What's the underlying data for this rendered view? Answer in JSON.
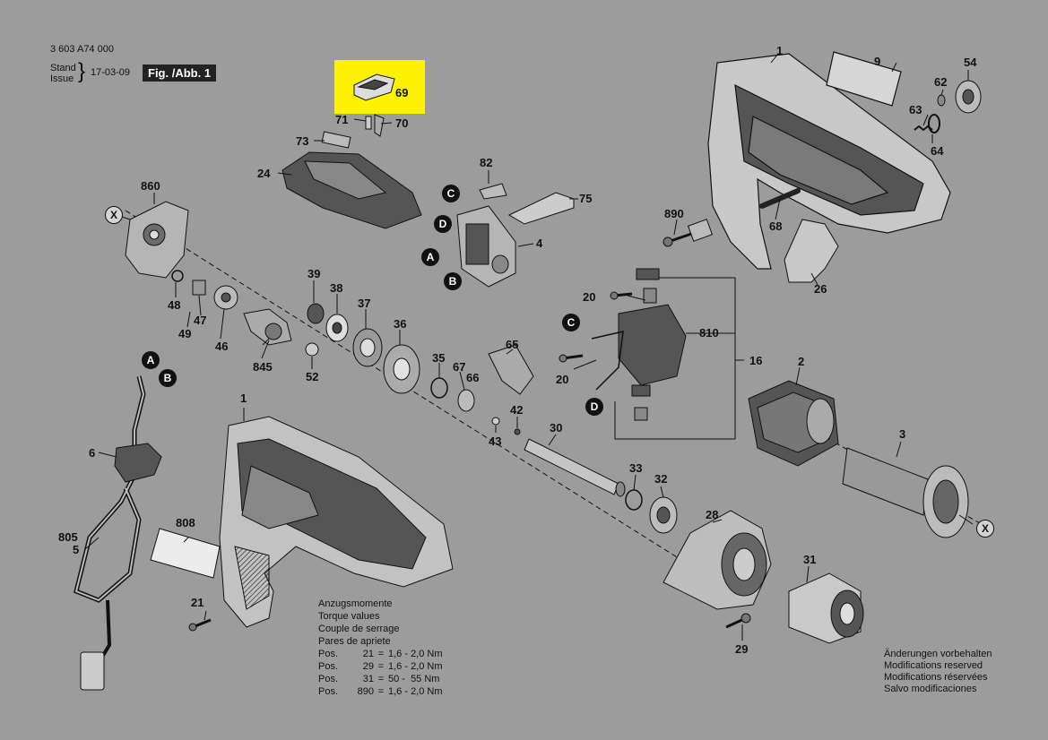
{
  "header": {
    "doc_number": "3 603 A74 000",
    "stand_label": "Stand",
    "issue_label": "Issue",
    "date": "17-03-09",
    "figure_label": "Fig. /Abb. 1"
  },
  "highlight": {
    "part": "69",
    "color": "#fff200"
  },
  "parts": {
    "p1a": "1",
    "p1b": "1",
    "p2": "2",
    "p3": "3",
    "p4": "4",
    "p5": "5",
    "p6": "6",
    "p9": "9",
    "p16": "16",
    "p20a": "20",
    "p20b": "20",
    "p21": "21",
    "p24": "24",
    "p26": "26",
    "p28": "28",
    "p29": "29",
    "p30": "30",
    "p31": "31",
    "p32": "32",
    "p33": "33",
    "p35": "35",
    "p36": "36",
    "p37": "37",
    "p38": "38",
    "p39": "39",
    "p42": "42",
    "p43": "43",
    "p46": "46",
    "p47": "47",
    "p48": "48",
    "p49": "49",
    "p52": "52",
    "p54": "54",
    "p62": "62",
    "p63": "63",
    "p64": "64",
    "p65": "65",
    "p66": "66",
    "p67": "67",
    "p68": "68",
    "p69": "69",
    "p70": "70",
    "p71": "71",
    "p73": "73",
    "p75": "75",
    "p82": "82",
    "p805": "805",
    "p808": "808",
    "p810": "810",
    "p845": "845",
    "p860": "860",
    "p890": "890"
  },
  "markers": {
    "A": "A",
    "B": "B",
    "C": "C",
    "D": "D",
    "X": "X"
  },
  "torque": {
    "heading": [
      "Anzugsmomente",
      "Torque values",
      "Couple de serrage",
      "Pares de apriete"
    ],
    "rows": [
      {
        "pos": "Pos.",
        "num": "21",
        "eq": "=",
        "val": "1,6 - 2,0 Nm"
      },
      {
        "pos": "Pos.",
        "num": "29",
        "eq": "=",
        "val": "1,6 - 2,0 Nm"
      },
      {
        "pos": "Pos.",
        "num": "31",
        "eq": "=",
        "val": "50 -  55 Nm"
      },
      {
        "pos": "Pos.",
        "num": "890",
        "eq": "=",
        "val": "1,6 - 2,0 Nm"
      }
    ]
  },
  "modifications": [
    "Änderungen vorbehalten",
    "Modifications reserved",
    "Modifications réservées",
    "Salvo modificaciones"
  ]
}
